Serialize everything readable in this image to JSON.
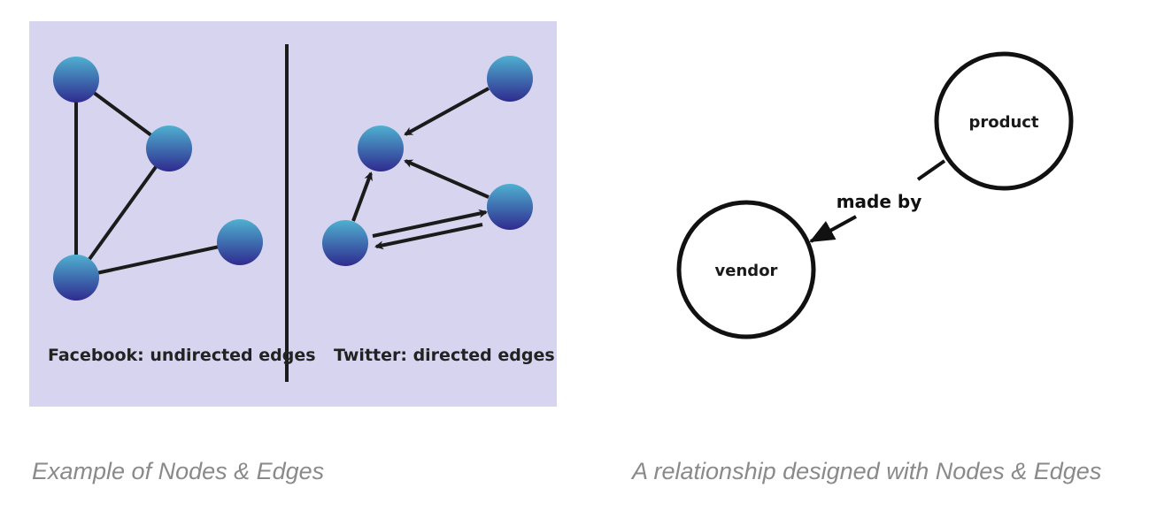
{
  "left_figure": {
    "background": "#d6d4ef",
    "node_color_top": "#4fb0d0",
    "node_color_bottom": "#2f2b8f",
    "facebook_label": "Facebook: undirected edges",
    "twitter_label": "Twitter: directed edges"
  },
  "right_figure": {
    "product_label": "product",
    "vendor_label": "vendor",
    "edge_label": "made by"
  },
  "captions": {
    "left": "Example of Nodes & Edges",
    "right": "A relationship designed with Nodes & Edges"
  }
}
